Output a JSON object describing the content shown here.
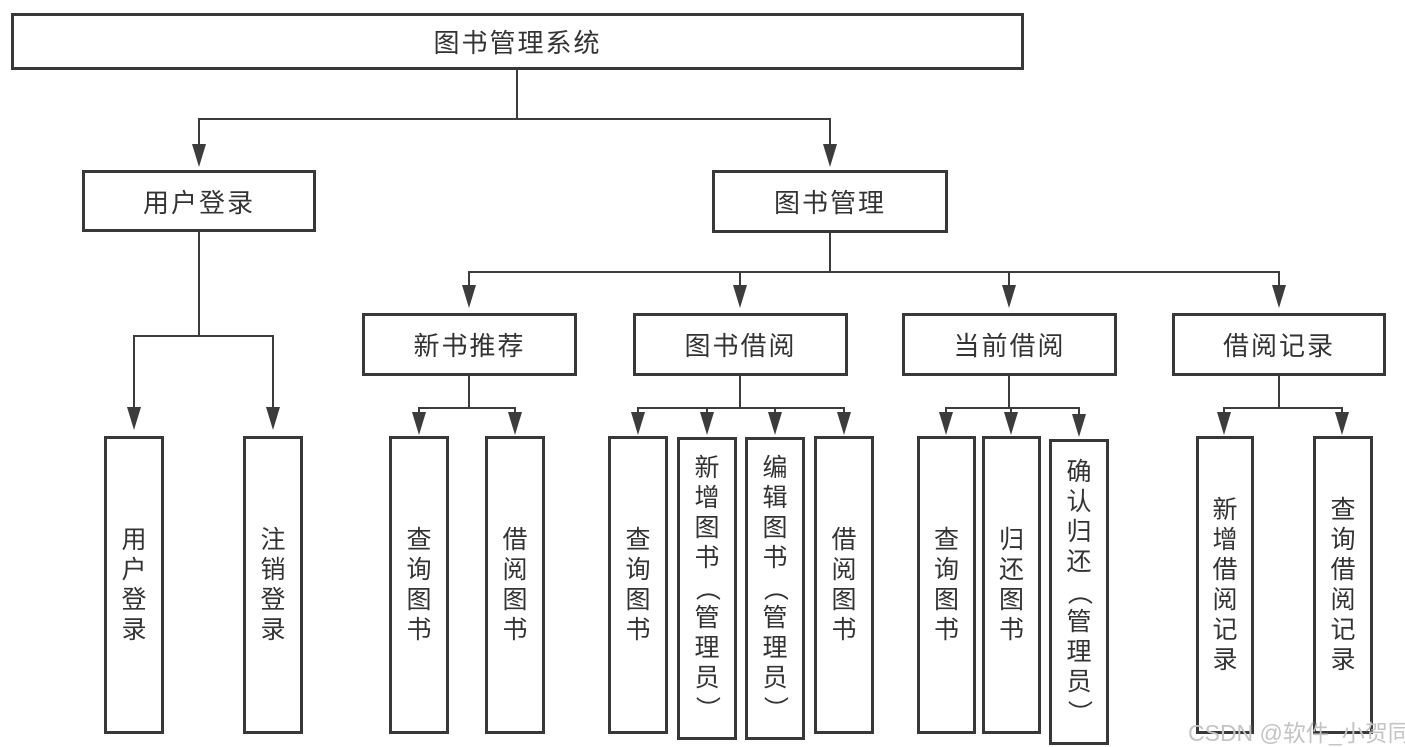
{
  "tree": {
    "label": "图书管理系统",
    "children": [
      {
        "label": "用户登录",
        "children": [
          {
            "label": "用户登录"
          },
          {
            "label": "注销登录"
          }
        ]
      },
      {
        "label": "图书管理",
        "children": [
          {
            "label": "新书推荐",
            "children": [
              {
                "label": "查询图书"
              },
              {
                "label": "借阅图书"
              }
            ]
          },
          {
            "label": "图书借阅",
            "children": [
              {
                "label": "查询图书"
              },
              {
                "label": "新增图书（管理员）"
              },
              {
                "label": "编辑图书（管理员）"
              },
              {
                "label": "借阅图书"
              }
            ]
          },
          {
            "label": "当前借阅",
            "children": [
              {
                "label": "查询图书"
              },
              {
                "label": "归还图书"
              },
              {
                "label": "确认归还（管理员）"
              }
            ]
          },
          {
            "label": "借阅记录",
            "children": [
              {
                "label": "新增借阅记录"
              },
              {
                "label": "查询借阅记录"
              }
            ]
          }
        ]
      }
    ]
  },
  "watermark": {
    "text": "CSDN @软件_小贺同学"
  },
  "colors": {
    "line": "#3c3c3c",
    "box_border": "#383838",
    "text": "#333333",
    "watermark": "#c4c4c4",
    "background": "#ffffff"
  }
}
